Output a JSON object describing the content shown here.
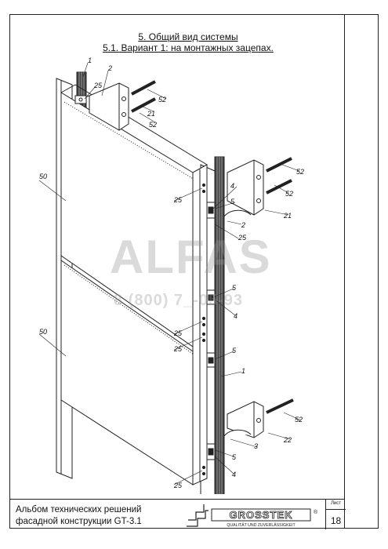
{
  "header": {
    "title": "5. Общий вид системы",
    "subtitle": "5.1. Вариант 1: на монтажных зацепах."
  },
  "watermark": {
    "brand": "ALFAS",
    "phone": "8 (800) 7_-05-93"
  },
  "callouts": {
    "c1_top": "1",
    "c2_top": "2",
    "c25_top": "25",
    "c52_a": "52",
    "c21_a": "21",
    "c52_b": "52",
    "c50_top": "50",
    "c25_mid1": "25",
    "c4_a": "4",
    "c5_a": "5",
    "c52_c": "52",
    "c52_d": "52",
    "c21_b": "21",
    "c2_mid": "2",
    "c25_mid2": "25",
    "c5_b": "5",
    "c4_b": "4",
    "c50_bottom": "50",
    "c25_mid3": "25",
    "c25_mid4": "25",
    "c5_c": "5",
    "c1_mid": "1",
    "c52_e": "52",
    "c22": "22",
    "c3": "3",
    "c5_d": "5",
    "c4_c": "4",
    "c25_bottom": "25"
  },
  "stamp": {
    "line1": "Альбом технических решений",
    "line2": "фасадной конструкции GT-3.1",
    "logo_text": "GROSSTEK",
    "logo_sub": "QUALITÄT UND ZUVERLÄSSIGKEIT",
    "sheet_label": "Лист",
    "sheet_number": "18"
  }
}
